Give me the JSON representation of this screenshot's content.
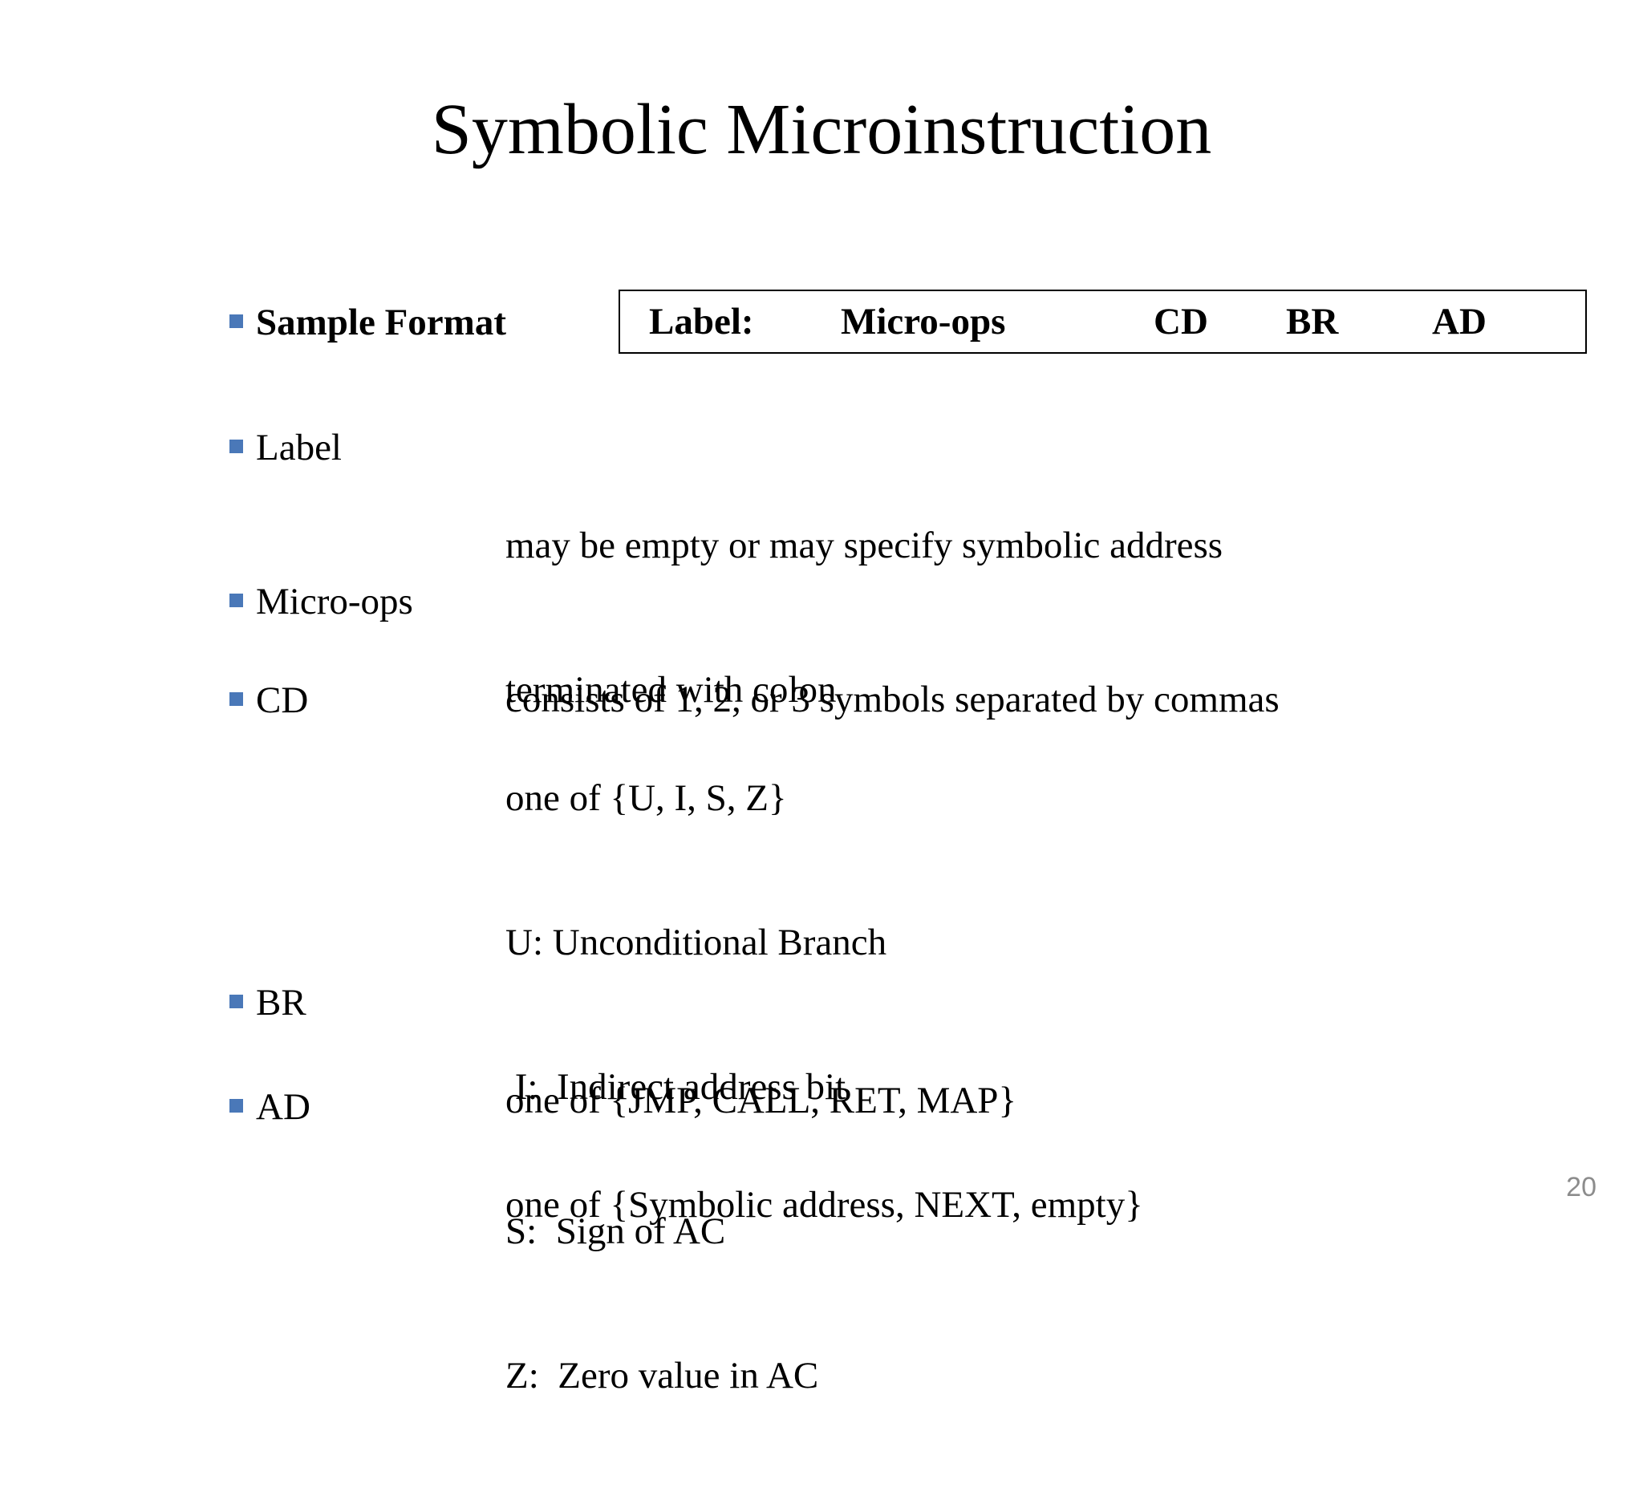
{
  "slide": {
    "title": "Symbolic Microinstruction",
    "page_number": "20",
    "accent_color": "#4a78b8",
    "bullet_icon": "square-bullet-icon"
  },
  "sample_format": {
    "term": "Sample Format",
    "fields": {
      "label": "Label:",
      "micro_ops": "Micro-ops",
      "cd": "CD",
      "br": "BR",
      "ad": "AD"
    }
  },
  "entries": [
    {
      "term": "Label",
      "lines": [
        "may be empty or may specify symbolic address",
        "terminated with colon"
      ]
    },
    {
      "term": "Micro-ops",
      "lines": [
        "consists of 1, 2, or 3 symbols separated by commas"
      ]
    },
    {
      "term": "CD",
      "lines": [
        "one of {U, I, S, Z}",
        "U: Unconditional Branch",
        " I:  Indirect address bit",
        "S:  Sign of AC",
        "Z:  Zero value in AC"
      ]
    },
    {
      "term": "BR",
      "lines": [
        "one of {JMP, CALL, RET, MAP}"
      ]
    },
    {
      "term": "AD",
      "lines": [
        "one of {Symbolic address, NEXT, empty}"
      ]
    }
  ]
}
